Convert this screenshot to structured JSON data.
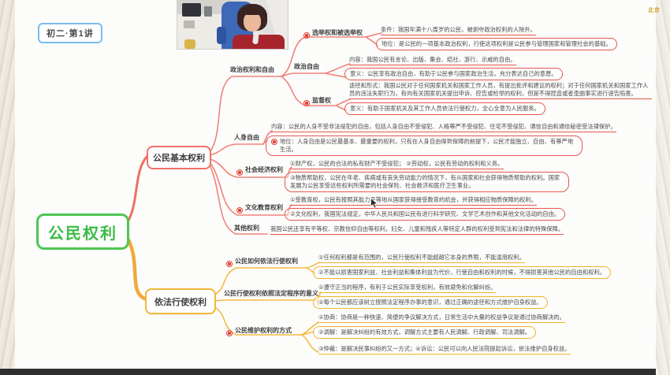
{
  "badge": {
    "label": "初二·第1讲"
  },
  "watermark": "北京",
  "colors": {
    "root_green": "#3bbb45",
    "branch_red": "#ef7168",
    "branch_yellow": "#f2b637",
    "underline_red": "#e4584d",
    "underline_yellow": "#f0b32e",
    "badge_blue": "#7bbcee"
  },
  "root": {
    "label": "公民权利"
  },
  "branches": {
    "basic": {
      "label": "公民基本权利"
    },
    "exercise": {
      "label": "依法行使权利"
    }
  },
  "nodes": {
    "political": "政治权利和自由",
    "election": "选举权和被选举权",
    "freedom": "政治自由",
    "supervision": "监督权",
    "personal": "人身自由",
    "economic": "社会经济权利",
    "cultural": "文化教育权利",
    "other": "其他权利",
    "how": "公民如何依法行使权利",
    "procedure": "公民行使权利依照法定程序的意义",
    "protect": "公民维护权利的方式"
  },
  "leaves": {
    "election_1": "条件：我国年满十八周岁的公民，被剥夺政治权利的人除外。",
    "election_2": "地位：是公民的一项基本政治权利，行使这项权利是公民参与管理国家和管理社会的基础。",
    "freedom_1": "内容：我国公民有言论、出版、集会、结社、游行、示威的自由。",
    "freedom_2": "意义：公民享有政治自由，有助于公民参与国家政治生活，充分表达自己的意愿。",
    "supervision_1": "途径和形式：我国公民对于任何国家机关和国家工作人员，有提出批评和建议的权利；对于任何国家机关和国家工作人员的违法失职行为，有向有关国家机关提出申诉、控告或检举的权利，但是不得捏造或者歪曲事实进行诬告陷害。",
    "supervision_2": "意义：有助于国家机关及其工作人员依法行使权力，全心全意为人民服务。",
    "personal_1": "内容：公民的人身不受非法侵犯的自由，包括人身自由不受侵犯、人格尊严不受侵犯、住宅不受侵犯、通信自由和通信秘密受法律保护。",
    "personal_2": "地位：人身自由是公民最基本、最重要的权利，只有在人身自由得到保障的前提下，公民才能独立、自由、有尊严地生活。",
    "economic_1": "①财产权，公民的合法的私有财产不受侵犯； ②劳动权，公民有劳动的权利和义务。",
    "economic_2": "③物质帮助权，公民在年老、疾病或有丧失劳动能力的情况下，有从国家和社会获得物质帮助的权利。国家发展为公民享受这些权利所需要的社会保险、社会救济和医疗卫生事业。",
    "cultural_1": "①受教育权，公民有按照其能力平等地从国家获得接受教育的机会，并获得相应物质保障的权利。",
    "cultural_2": "②文化权利，我国宪法规定，中华人民共和国公民有进行科学研究、文学艺术创作和其他文化活动的自由。",
    "other_1": "我国公民还享有平等权、宗教信仰自由等权利，妇女、儿童和残疾人等特定人群的权利受到宪法和法律的特殊保障。",
    "how_1": "①任何权利都是有范围的，公民行使权利不能超越它本身的界限，不能滥用权利。",
    "how_2": "②不能以损害国家利益、社会利益和集体利益为代价，行使自由和权利的时候，不得损害其他公民的自由和权利。",
    "procedure_1": "①遵守正当的程序，有利于公民实际享受权利，有效避免和化解纠纷。",
    "procedure_2": "②每个公民都应该树立按照法定程序办事的意识，通过正确的途径和方式维护自身权益。",
    "protect_1": "①协商：协商是一种快速、简便的争议解决方式，日常生活中大量的权益争议是通过协商解决的。",
    "protect_2": "②调解：是解决纠纷的有效方式，调解方式主要有人民调解、行政调解、司法调解。",
    "protect_3": "③仲裁：是解决民事纠纷的又一方式；④诉讼：公民可以向人民法院提起诉讼，依法维护自身权益。"
  }
}
